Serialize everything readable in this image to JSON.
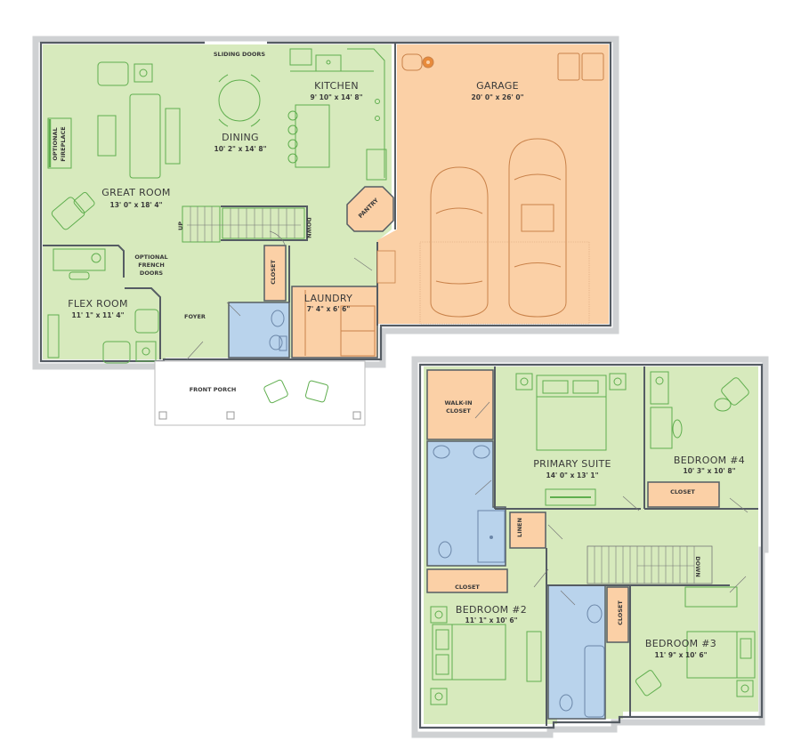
{
  "colors": {
    "living": "#d7eabd",
    "garage_utility": "#fbd0a6",
    "bathroom": "#b9d3ec",
    "wall": "#555c63",
    "outer_wall": "#cfd1d3",
    "furniture_living": "#5fae4e",
    "furniture_garage": "#c9824a"
  },
  "first_floor": {
    "labels": {
      "sliding_doors": "SLIDING DOORS",
      "optional_fireplace_1": "OPTIONAL",
      "optional_fireplace_2": "FIREPLACE",
      "optional_french_1": "OPTIONAL",
      "optional_french_2": "FRENCH",
      "optional_french_3": "DOORS",
      "stairs_up": "UP",
      "stairs_down": "DOWN",
      "pantry": "PANTRY",
      "closet": "CLOSET",
      "foyer": "FOYER",
      "front_porch": "FRONT PORCH"
    },
    "rooms": {
      "kitchen": {
        "name": "KITCHEN",
        "dims": "9' 10\" x 14' 8\""
      },
      "dining": {
        "name": "DINING",
        "dims": "10' 2\" x 14' 8\""
      },
      "great_room": {
        "name": "GREAT ROOM",
        "dims": "13' 0\" x 18' 4\""
      },
      "garage": {
        "name": "GARAGE",
        "dims": "20' 0\" x 26' 0\""
      },
      "flex_room": {
        "name": "FLEX ROOM",
        "dims": "11' 1\" x 11' 4\""
      },
      "laundry": {
        "name": "LAUNDRY",
        "dims": "7' 4\" x 6' 6\""
      }
    }
  },
  "second_floor": {
    "labels": {
      "walk_in_1": "WALK-IN",
      "walk_in_2": "CLOSET",
      "linen": "LINEN",
      "closet_bed4": "CLOSET",
      "closet_bed2": "CLOSET",
      "closet_hall": "CLOSET",
      "stairs_down": "DOWN"
    },
    "rooms": {
      "primary_suite": {
        "name": "PRIMARY SUITE",
        "dims": "14' 0\" x 13' 1\""
      },
      "bedroom4": {
        "name": "BEDROOM #4",
        "dims": "10' 3\" x 10' 8\""
      },
      "bedroom2": {
        "name": "BEDROOM #2",
        "dims": "11' 1\" x 10' 6\""
      },
      "bedroom3": {
        "name": "BEDROOM #3",
        "dims": "11' 9\" x 10' 6\""
      }
    }
  }
}
